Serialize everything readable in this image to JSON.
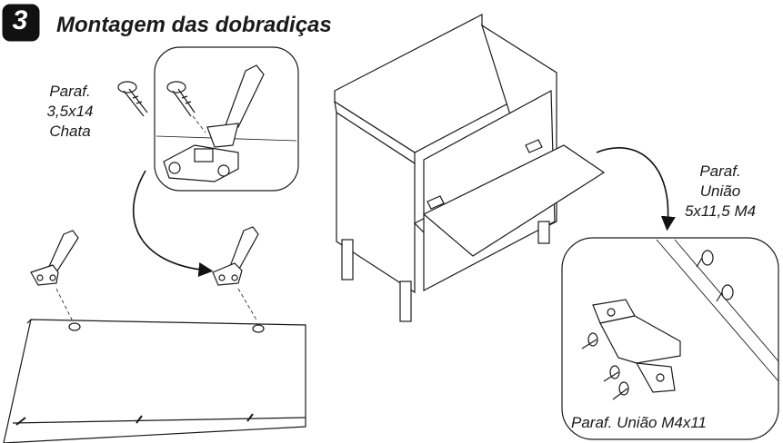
{
  "step": {
    "number": "3",
    "title": "Montagem das dobradiças"
  },
  "labels": {
    "screw_small": [
      "Paraf.",
      "3,5x14",
      "Chata"
    ],
    "screw_union": [
      "Paraf.",
      "União",
      "5x11,5 M4"
    ],
    "screw_union_m4": "Paraf. União M4x11"
  },
  "colors": {
    "line": "#1a1a1a",
    "background": "#ffffff",
    "badge": "#111111"
  },
  "icons": [
    "hinge-icon",
    "screw-icon",
    "cabinet-icon",
    "arrow-icon"
  ]
}
